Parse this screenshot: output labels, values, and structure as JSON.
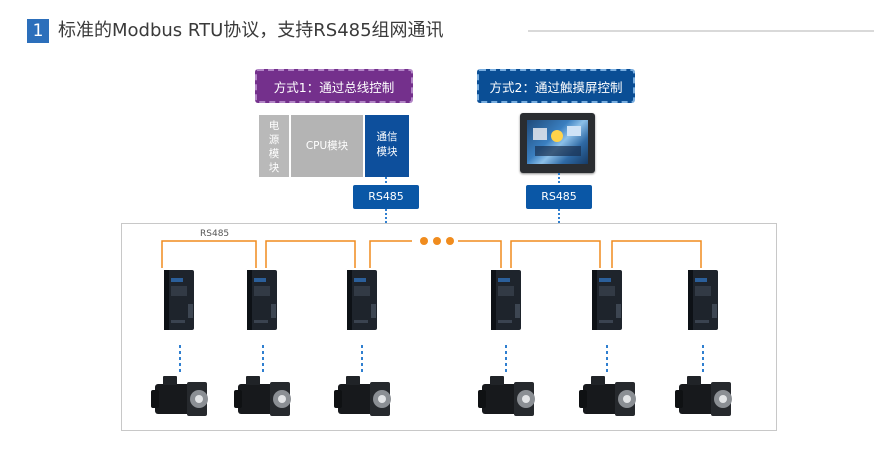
{
  "header": {
    "number": "1",
    "title": "标准的Modbus RTU协议，支持RS485组网通讯"
  },
  "method1": {
    "label": "方式1：通过总线控制",
    "power_module": "电源模块",
    "cpu_module": "CPU模块",
    "comm_module": "通信模块",
    "rs485": "RS485"
  },
  "method2": {
    "label": "方式2：通过触摸屏控制",
    "rs485": "RS485"
  },
  "bus": {
    "label": "RS485"
  },
  "colors": {
    "accent_blue": "#0a57a6",
    "purple": "#74308c",
    "orange": "#f08c1e",
    "dashed_link": "#2f7fd0"
  }
}
